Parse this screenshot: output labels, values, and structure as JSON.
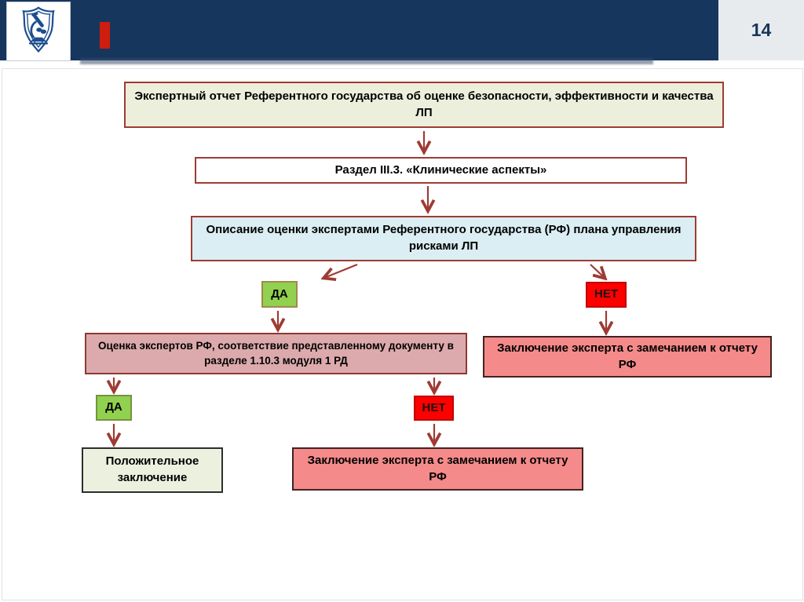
{
  "slide": {
    "page_number": "14",
    "logo_icon": "shield-microscope",
    "colors": {
      "header_navy": "#17365d",
      "accent_red": "#cf1d10",
      "page_box_gray": "#e8ebee",
      "arrow_red": "#9e3b33",
      "yes_green": "#92d050",
      "no_red": "#ff0000",
      "report_fill": "#ecefdc",
      "section_fill": "#ffffff",
      "description_fill": "#daeef3",
      "assessment_fill": "#dcaaac",
      "conclusion_fill": "#f58a8a",
      "positive_fill": "#ebf1de"
    }
  },
  "flowchart": {
    "report": {
      "lines": [
        "Экспертный отчет Референтного государства об оценке безопасности, эффективности и качества",
        "ЛП"
      ]
    },
    "section": {
      "label": "Раздел III.3. «Клинические аспекты»"
    },
    "description": {
      "lines": [
        "Описание оценки экспертами Референтного государства (РФ) плана управления",
        "рисками ЛП"
      ]
    },
    "branch1": {
      "yes": "ДА",
      "no": "НЕТ"
    },
    "assessment": {
      "lines": [
        "Оценка экспертов РФ, соответствие представленному документу в",
        "разделе 1.10.3 модуля 1 РД"
      ]
    },
    "conclusion_top": {
      "lines": [
        "Заключение эксперта с замечанием к отчету",
        "РФ"
      ]
    },
    "branch2": {
      "yes": "ДА",
      "no": "НЕТ"
    },
    "positive": {
      "lines": [
        "Положительное",
        "заключение"
      ]
    },
    "conclusion_bottom": {
      "lines": [
        "Заключение эксперта с замечанием к отчету",
        "РФ"
      ]
    }
  }
}
